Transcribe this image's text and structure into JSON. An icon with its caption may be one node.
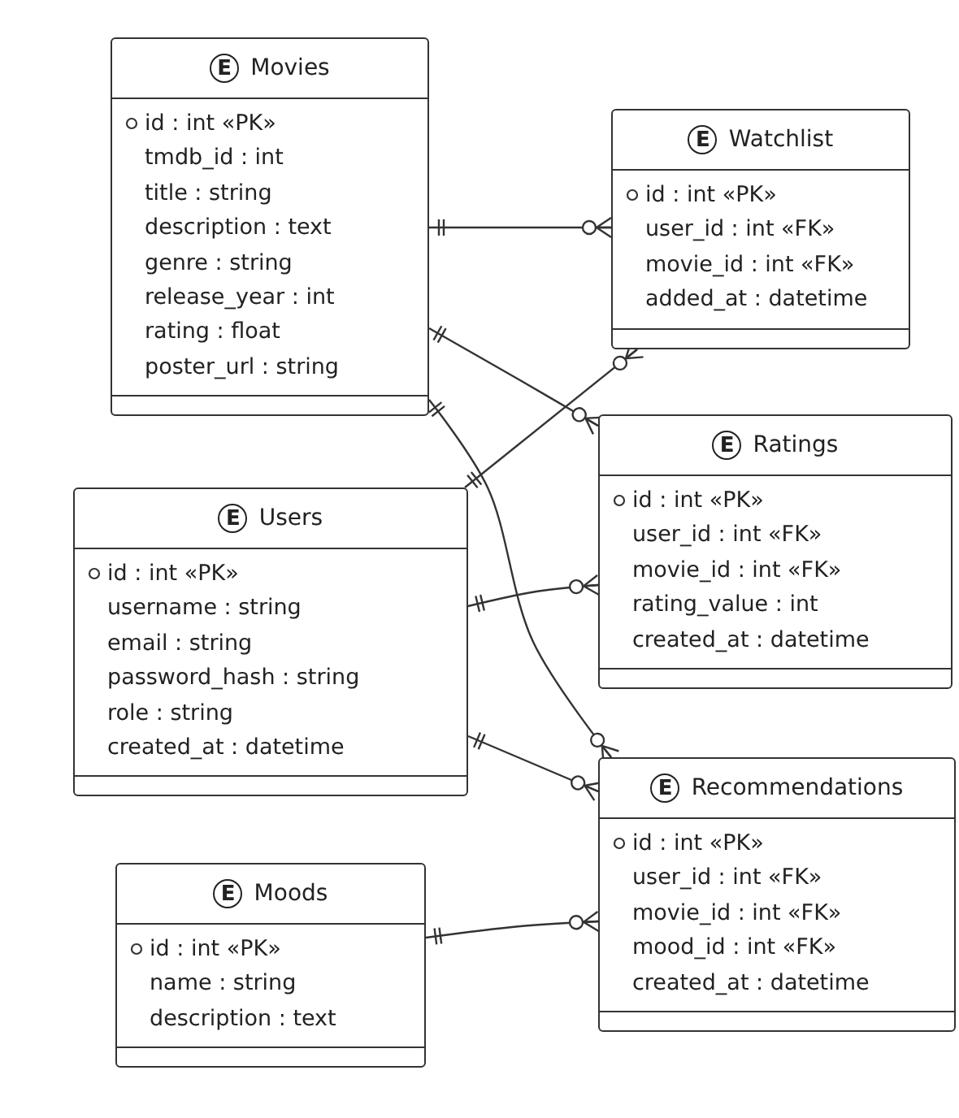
{
  "diagram": {
    "nodes": [
      {
        "text": [
          "Movies",
          "id : int «PK»",
          "tmdb_id : int",
          "title : string",
          "description : text",
          "genre : string",
          "release_year : int",
          "rating : float",
          "poster_url : string"
        ]
      },
      {
        "text": [
          "Watchlist",
          "id : int «PK»",
          "user_id : int «FK»",
          "movie_id : int «FK»",
          "added_at : datetime"
        ]
      },
      {
        "text": [
          "Ratings",
          "id : int «PK»",
          "user_id : int «FK»",
          "movie_id : int «FK»",
          "rating_value : int",
          "created_at : datetime"
        ]
      },
      {
        "text": [
          "Users",
          "id : int «PK»",
          "username : string",
          "email : string",
          "password_hash : string",
          "role : string",
          "created_at : datetime"
        ]
      },
      {
        "text": [
          "Recommendations",
          "id : int «PK»",
          "user_id : int «FK»",
          "movie_id : int «FK»",
          "mood_id : int «FK»",
          "created_at : datetime"
        ]
      },
      {
        "text": [
          "Moods",
          "id : int «PK»",
          "name : string",
          "description : text"
        ]
      }
    ],
    "edges": [
      {
        "from": 0,
        "to": 1,
        "arrow": "other"
      },
      {
        "from": 0,
        "to": 2,
        "arrow": "other"
      },
      {
        "from": 0,
        "to": 4,
        "arrow": "other"
      },
      {
        "from": 3,
        "to": 1,
        "arrow": "other"
      },
      {
        "from": 3,
        "to": 2,
        "arrow": "other"
      },
      {
        "from": 3,
        "to": 4,
        "arrow": "other"
      },
      {
        "from": 5,
        "to": 4,
        "arrow": "other"
      }
    ],
    "labels": [
      "E",
      "E",
      "E",
      "E",
      "E",
      "E"
    ]
  }
}
